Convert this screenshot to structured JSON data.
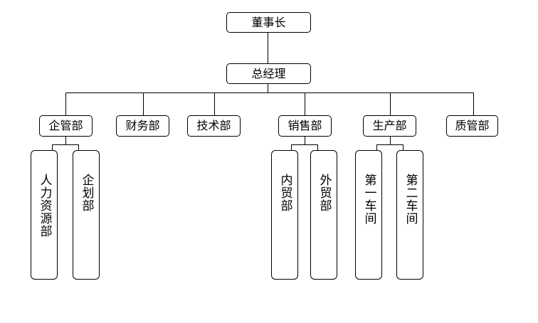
{
  "org_chart": {
    "chairman": "董事长",
    "general_manager": "总经理",
    "departments": [
      "企管部",
      "财务部",
      "技术部",
      "销售部",
      "生产部",
      "质管部"
    ],
    "enterprise_management_children": [
      "人力资源部",
      "企划部"
    ],
    "sales_children": [
      "内贸部",
      "外贸部"
    ],
    "production_children": [
      "第一车间",
      "第二车间"
    ]
  },
  "colors": {
    "line": "#000000",
    "box_border": "#000000",
    "background": "#ffffff"
  }
}
